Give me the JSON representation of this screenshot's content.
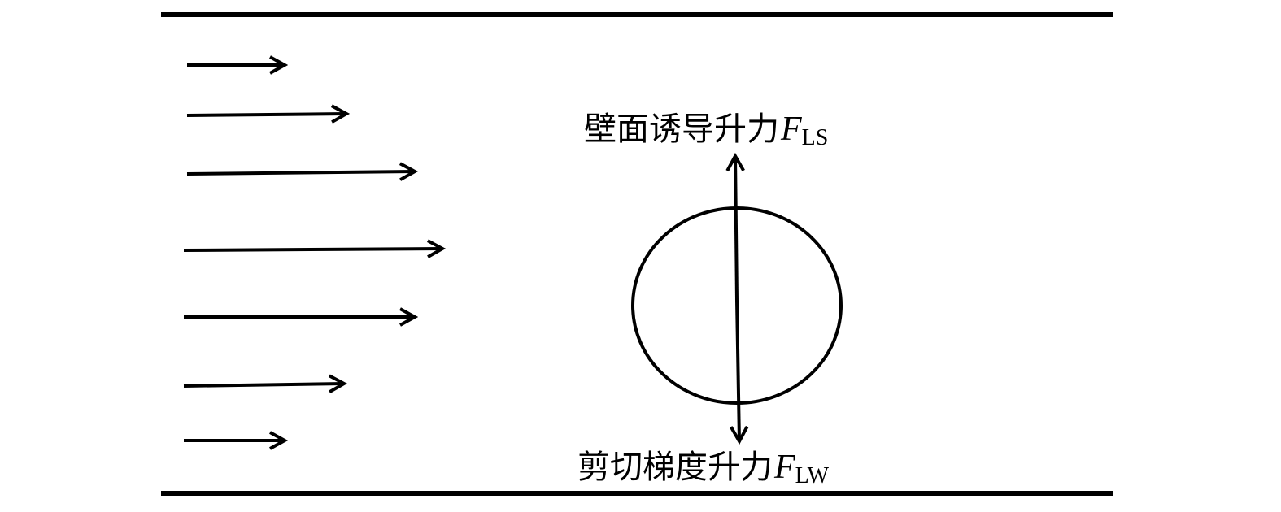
{
  "labels": {
    "wall_lift": {
      "text": "壁面诱导升力",
      "symbol": "F",
      "subscript": "LS"
    },
    "shear_lift": {
      "text": "剪切梯度升力",
      "symbol": "F",
      "subscript": "LW"
    }
  },
  "colors": {
    "stroke": "#000000",
    "background": "#ffffff"
  }
}
